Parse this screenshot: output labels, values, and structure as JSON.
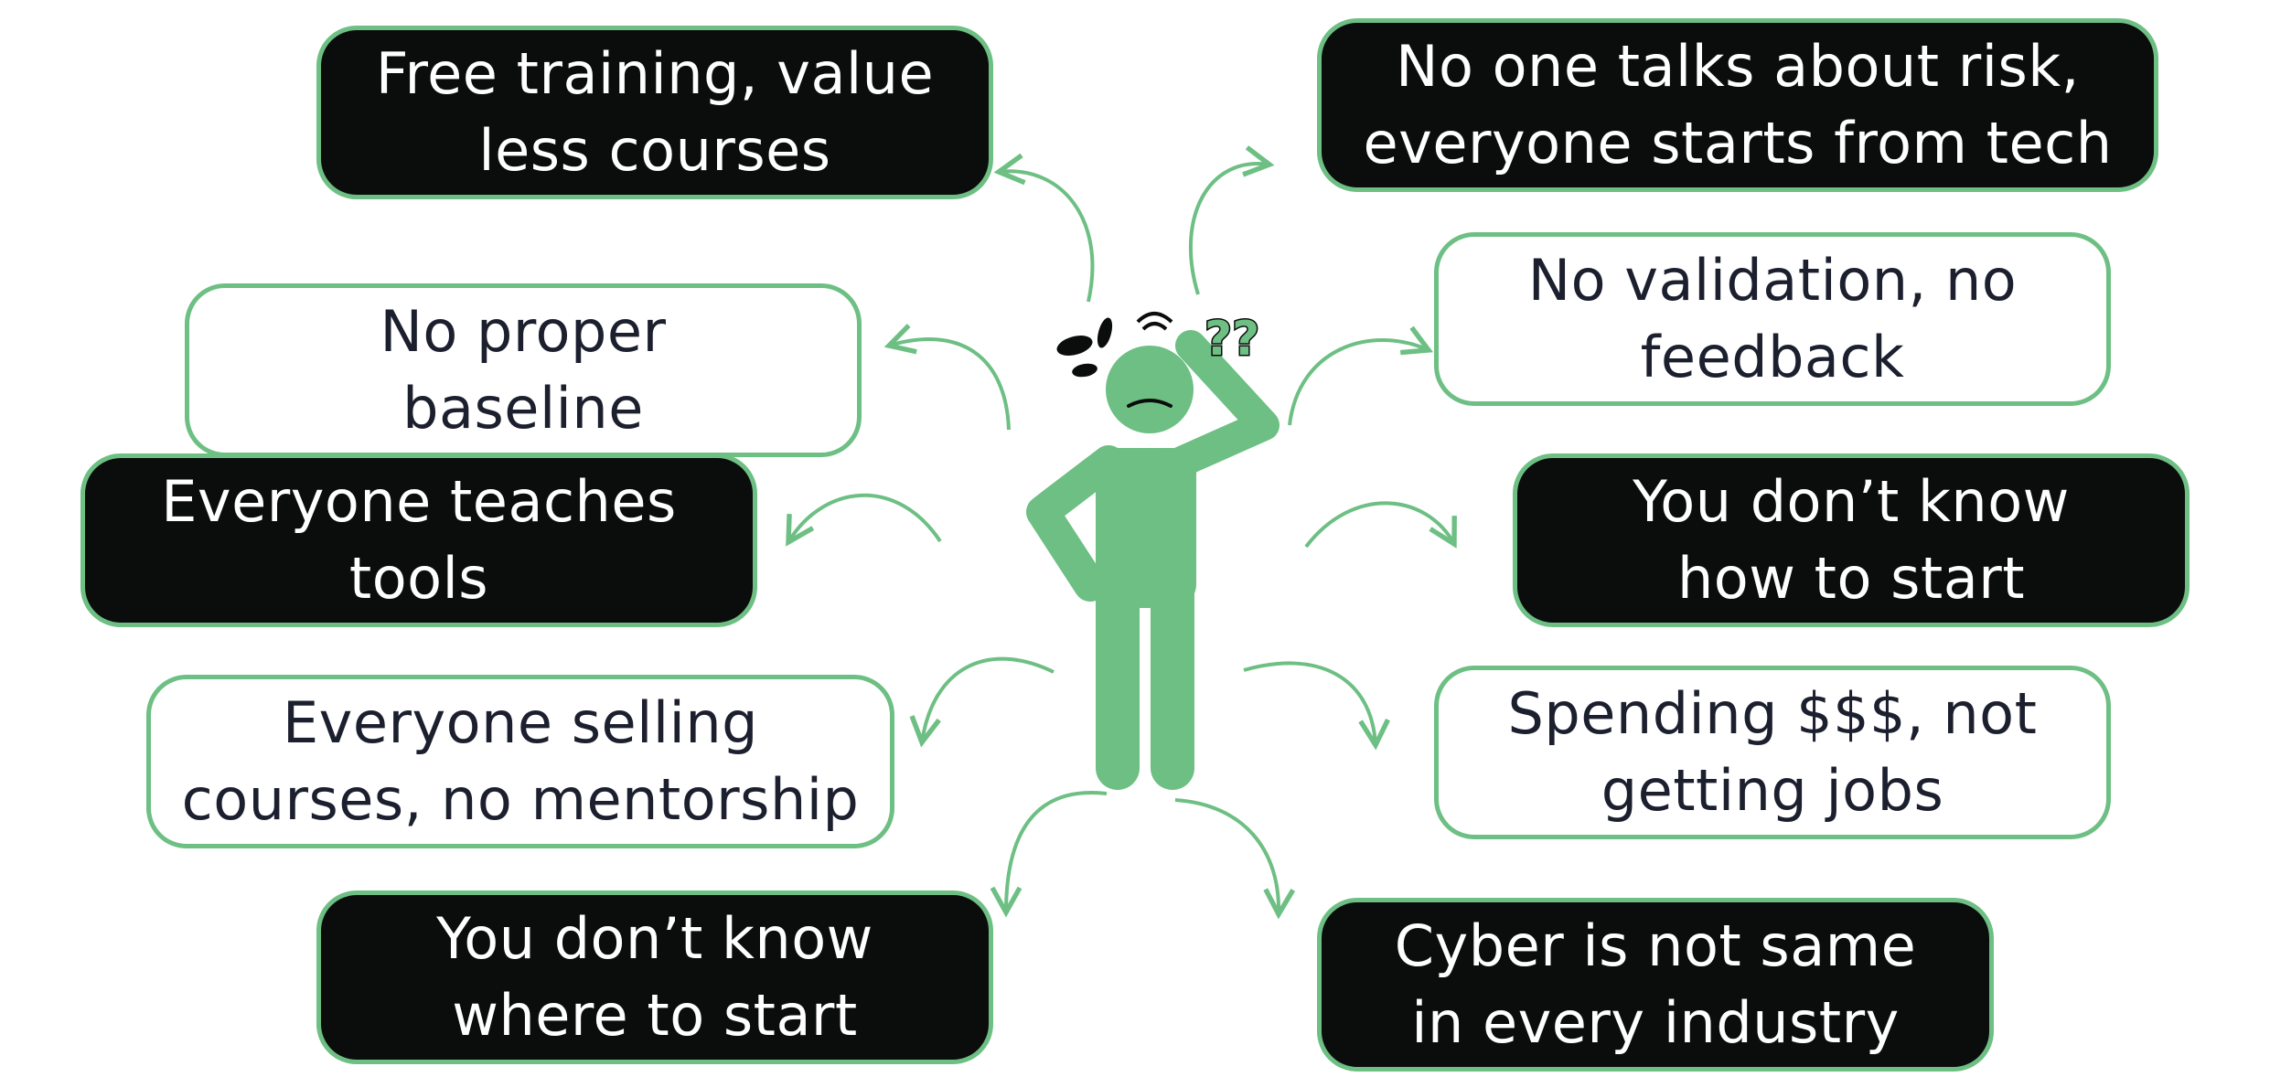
{
  "colors": {
    "accent": "#6dbf83",
    "dark_fill": "#0b0c0c",
    "light_text": "#1b1f2e"
  },
  "figure": {
    "icon": "confused-person-icon",
    "marks": "??"
  },
  "boxes": [
    {
      "id": "free-training",
      "style": "dark",
      "lines": [
        "Free training, value",
        "less courses"
      ]
    },
    {
      "id": "no-baseline",
      "style": "light",
      "lines": [
        "No proper",
        "baseline"
      ]
    },
    {
      "id": "teaches-tools",
      "style": "dark",
      "lines": [
        "Everyone teaches",
        "tools"
      ]
    },
    {
      "id": "selling-courses",
      "style": "light",
      "lines": [
        "Everyone selling",
        "courses, no mentorship"
      ]
    },
    {
      "id": "where-to-start",
      "style": "dark",
      "lines": [
        "You don’t know",
        "where to start"
      ]
    },
    {
      "id": "no-risk",
      "style": "dark",
      "lines": [
        "No one talks about risk,",
        "everyone starts from tech"
      ]
    },
    {
      "id": "no-validation",
      "style": "light",
      "lines": [
        "No validation, no",
        "feedback"
      ]
    },
    {
      "id": "how-to-start",
      "style": "dark",
      "lines": [
        "You don’t know",
        "how to start"
      ]
    },
    {
      "id": "spending",
      "style": "light",
      "lines": [
        "Spending $$$, not",
        "getting jobs"
      ]
    },
    {
      "id": "cyber-industry",
      "style": "dark",
      "lines": [
        "Cyber is not same",
        "in every industry"
      ]
    }
  ]
}
